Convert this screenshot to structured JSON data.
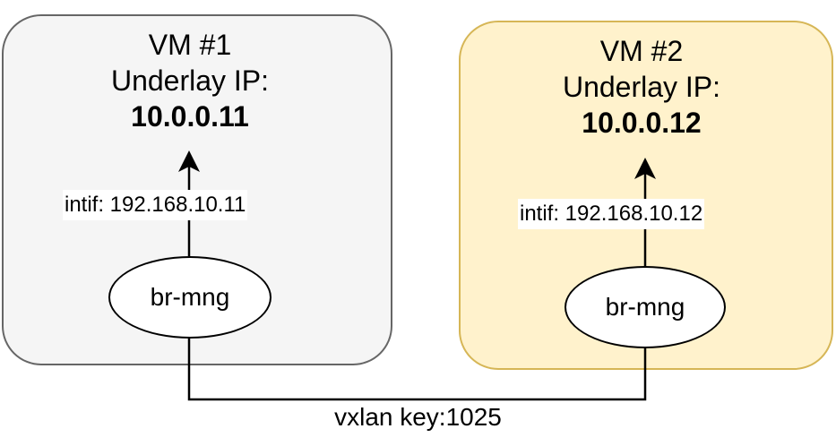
{
  "vms": [
    {
      "name": "VM #1",
      "underlay_label": "Underlay IP:",
      "underlay_ip": "10.0.0.11",
      "interface_label": "intif: 192.168.10.11",
      "bridge": "br-mng",
      "fill_color": "#f5f5f5",
      "border_color": "#666666"
    },
    {
      "name": "VM #2",
      "underlay_label": "Underlay IP:",
      "underlay_ip": "10.0.0.12",
      "interface_label": "intif: 192.168.10.12",
      "bridge": "br-mng",
      "fill_color": "#fff2cc",
      "border_color": "#d6b656"
    }
  ],
  "tunnel": {
    "label": "vxlan key:1025"
  }
}
